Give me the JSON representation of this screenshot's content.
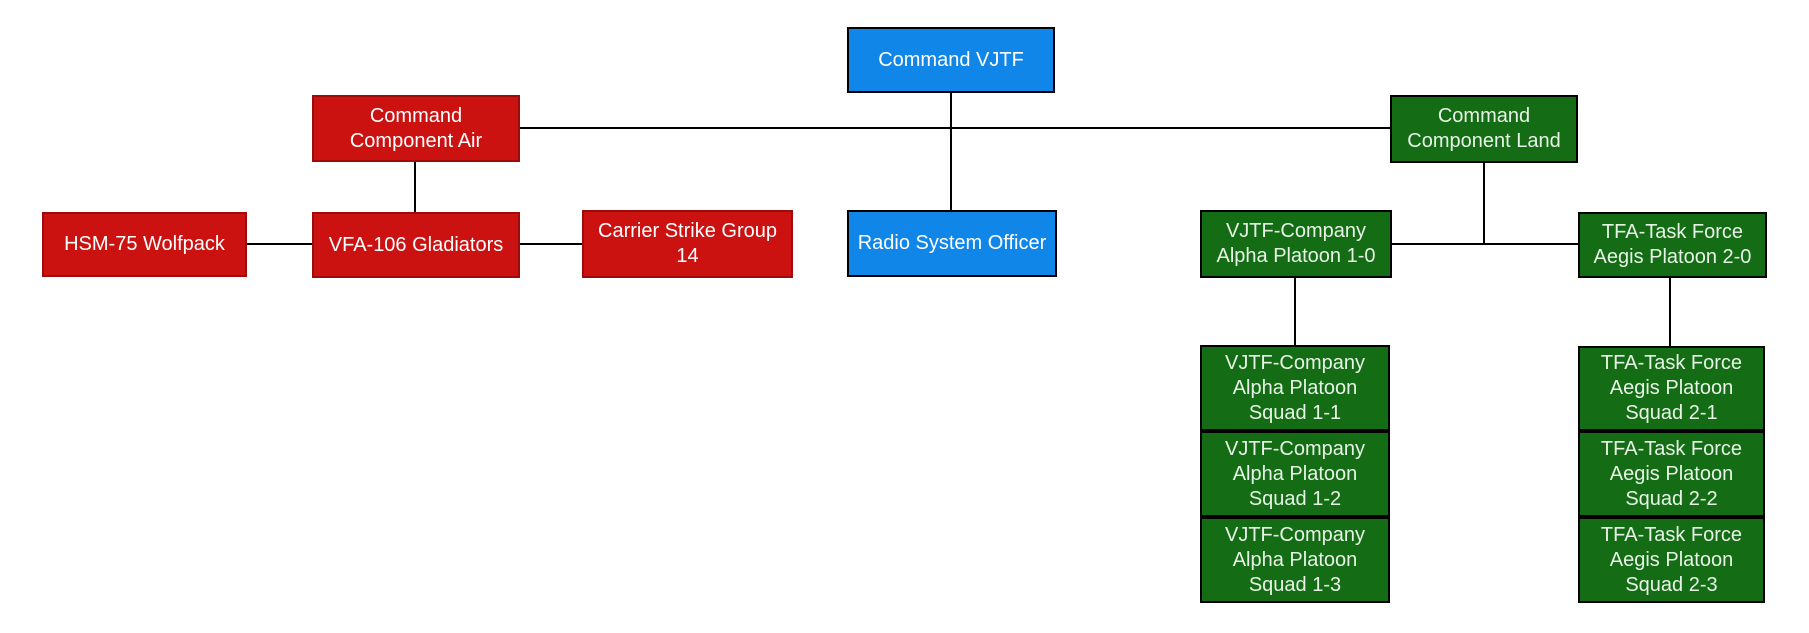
{
  "colors": {
    "canvas_bg": "#FFFFFF",
    "blue_fill": "#1086E8",
    "blue_border": "#000000",
    "red_fill": "#CC1111",
    "red_border": "#9E0B0B",
    "green_fill": "#146C14",
    "green_border": "#000000",
    "line_color": "#000000",
    "text_on_blue": "#FFFFFF",
    "text_on_red": "#FFFFFF",
    "text_on_green": "#E8F3E8"
  },
  "nodes": {
    "command_vjtf": {
      "label": [
        "Command VJTF"
      ],
      "color": "blue"
    },
    "command_component_air": {
      "label": [
        "Command",
        "Component Air"
      ],
      "color": "red"
    },
    "command_component_land": {
      "label": [
        "Command",
        "Component Land"
      ],
      "color": "green"
    },
    "hsm_75_wolfpack": {
      "label": [
        "HSM-75 Wolfpack"
      ],
      "color": "red"
    },
    "vfa_106_gladiators": {
      "label": [
        "VFA-106 Gladiators"
      ],
      "color": "red"
    },
    "carrier_strike_group_14": {
      "label": [
        "Carrier Strike Group",
        "14"
      ],
      "color": "red"
    },
    "radio_system_officer": {
      "label": [
        "Radio System Officer"
      ],
      "color": "blue"
    },
    "vjtf_platoon_1_0": {
      "label": [
        "VJTF-Company",
        "Alpha Platoon 1-0"
      ],
      "color": "green"
    },
    "tfa_platoon_2_0": {
      "label": [
        "TFA-Task Force",
        "Aegis Platoon 2-0"
      ],
      "color": "green"
    },
    "vjtf_squad_1_1": {
      "label": [
        "VJTF-Company",
        "Alpha Platoon",
        "Squad 1-1"
      ],
      "color": "green"
    },
    "vjtf_squad_1_2": {
      "label": [
        "VJTF-Company",
        "Alpha Platoon",
        "Squad 1-2"
      ],
      "color": "green"
    },
    "vjtf_squad_1_3": {
      "label": [
        "VJTF-Company",
        "Alpha Platoon",
        "Squad 1-3"
      ],
      "color": "green"
    },
    "tfa_squad_2_1": {
      "label": [
        "TFA-Task Force",
        "Aegis Platoon",
        "Squad 2-1"
      ],
      "color": "green"
    },
    "tfa_squad_2_2": {
      "label": [
        "TFA-Task Force",
        "Aegis Platoon",
        "Squad 2-2"
      ],
      "color": "green"
    },
    "tfa_squad_2_3": {
      "label": [
        "TFA-Task Force",
        "Aegis Platoon",
        "Squad 2-3"
      ],
      "color": "green"
    }
  }
}
